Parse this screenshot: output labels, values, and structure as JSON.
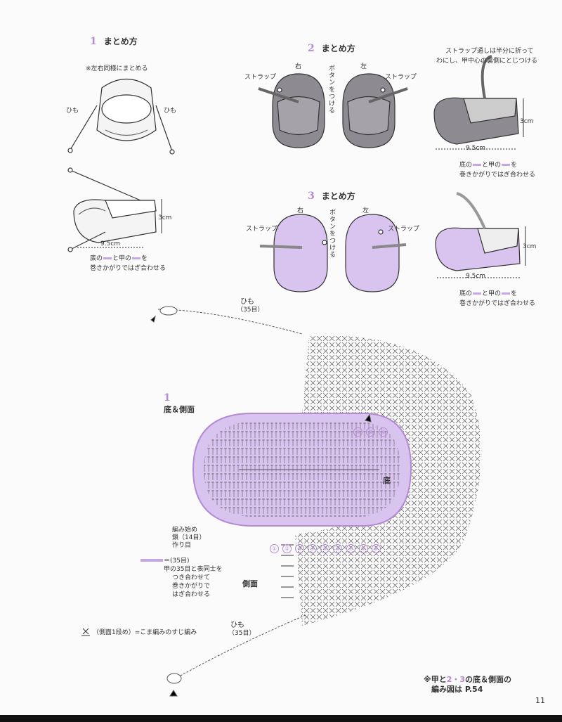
{
  "sec1": {
    "num": "1",
    "title": "まとめ方",
    "note": "※左右同様にまとめる",
    "cord_left": "ひも",
    "cord_right": "ひも",
    "dim_h": "3cm",
    "dim_w": "9.5cm",
    "inst1": "底の",
    "inst2": "と甲の",
    "inst3": "を",
    "inst4": "巻きかがりではぎ合わせる"
  },
  "sec2": {
    "num": "2",
    "title": "まとめ方",
    "right": "右",
    "left": "左",
    "strap_l": "ストラップ",
    "strap_r": "ストラップ",
    "button": "ボタンをつける",
    "note1": "ストラップ通しは半分に折って",
    "note2": "わにし、甲中心の裏側にとじつける",
    "dim_h": "3cm",
    "dim_w": "9.5cm",
    "inst1": "底の",
    "inst2": "と甲の",
    "inst3": "を",
    "inst4": "巻きかがりではぎ合わせる"
  },
  "sec3": {
    "num": "3",
    "title": "まとめ方",
    "right": "右",
    "left": "左",
    "strap_l": "ストラップ",
    "strap_r": "ストラップ",
    "button": "ボタンをつける",
    "dim_h": "3cm",
    "dim_w": "9.5cm",
    "inst1": "底の",
    "inst2": "と甲の",
    "inst3": "を",
    "inst4": "巻きかがりではぎ合わせる"
  },
  "chart": {
    "cord_top": "ひも",
    "cord_top_count": "（35目）",
    "num": "1",
    "title": "底＆側面",
    "sole": "底",
    "side": "側面",
    "start1": "編み始め",
    "start2": "鎖（14目）",
    "start3": "作り目",
    "legend_count": "＝(35目)",
    "legend1": "甲の35目と表同士を",
    "legend2": "つき合わせて",
    "legend3": "巻きかがりで",
    "legend4": "はぎ合わせる",
    "cord_bottom": "ひも",
    "cord_bottom_count": "（35目）",
    "symbol_note": "（側面1段め）=こま編みのすじ編み",
    "round_labels_sole": [
      "③",
      "②",
      "①"
    ],
    "round_labels_side": [
      "①",
      "②",
      "③",
      "④",
      "⑤",
      "⑥",
      "⑦",
      "⑧",
      "⑨"
    ]
  },
  "footer": {
    "ref_a": "※甲と",
    "ref_nums": "2・3",
    "ref_b": "の底＆側面の",
    "ref_c": "編み図は P.54",
    "page": "11"
  },
  "colors": {
    "accent": "#b48ad2",
    "fill_light": "#d9c3ef",
    "fill_gray": "#8e8a91"
  }
}
